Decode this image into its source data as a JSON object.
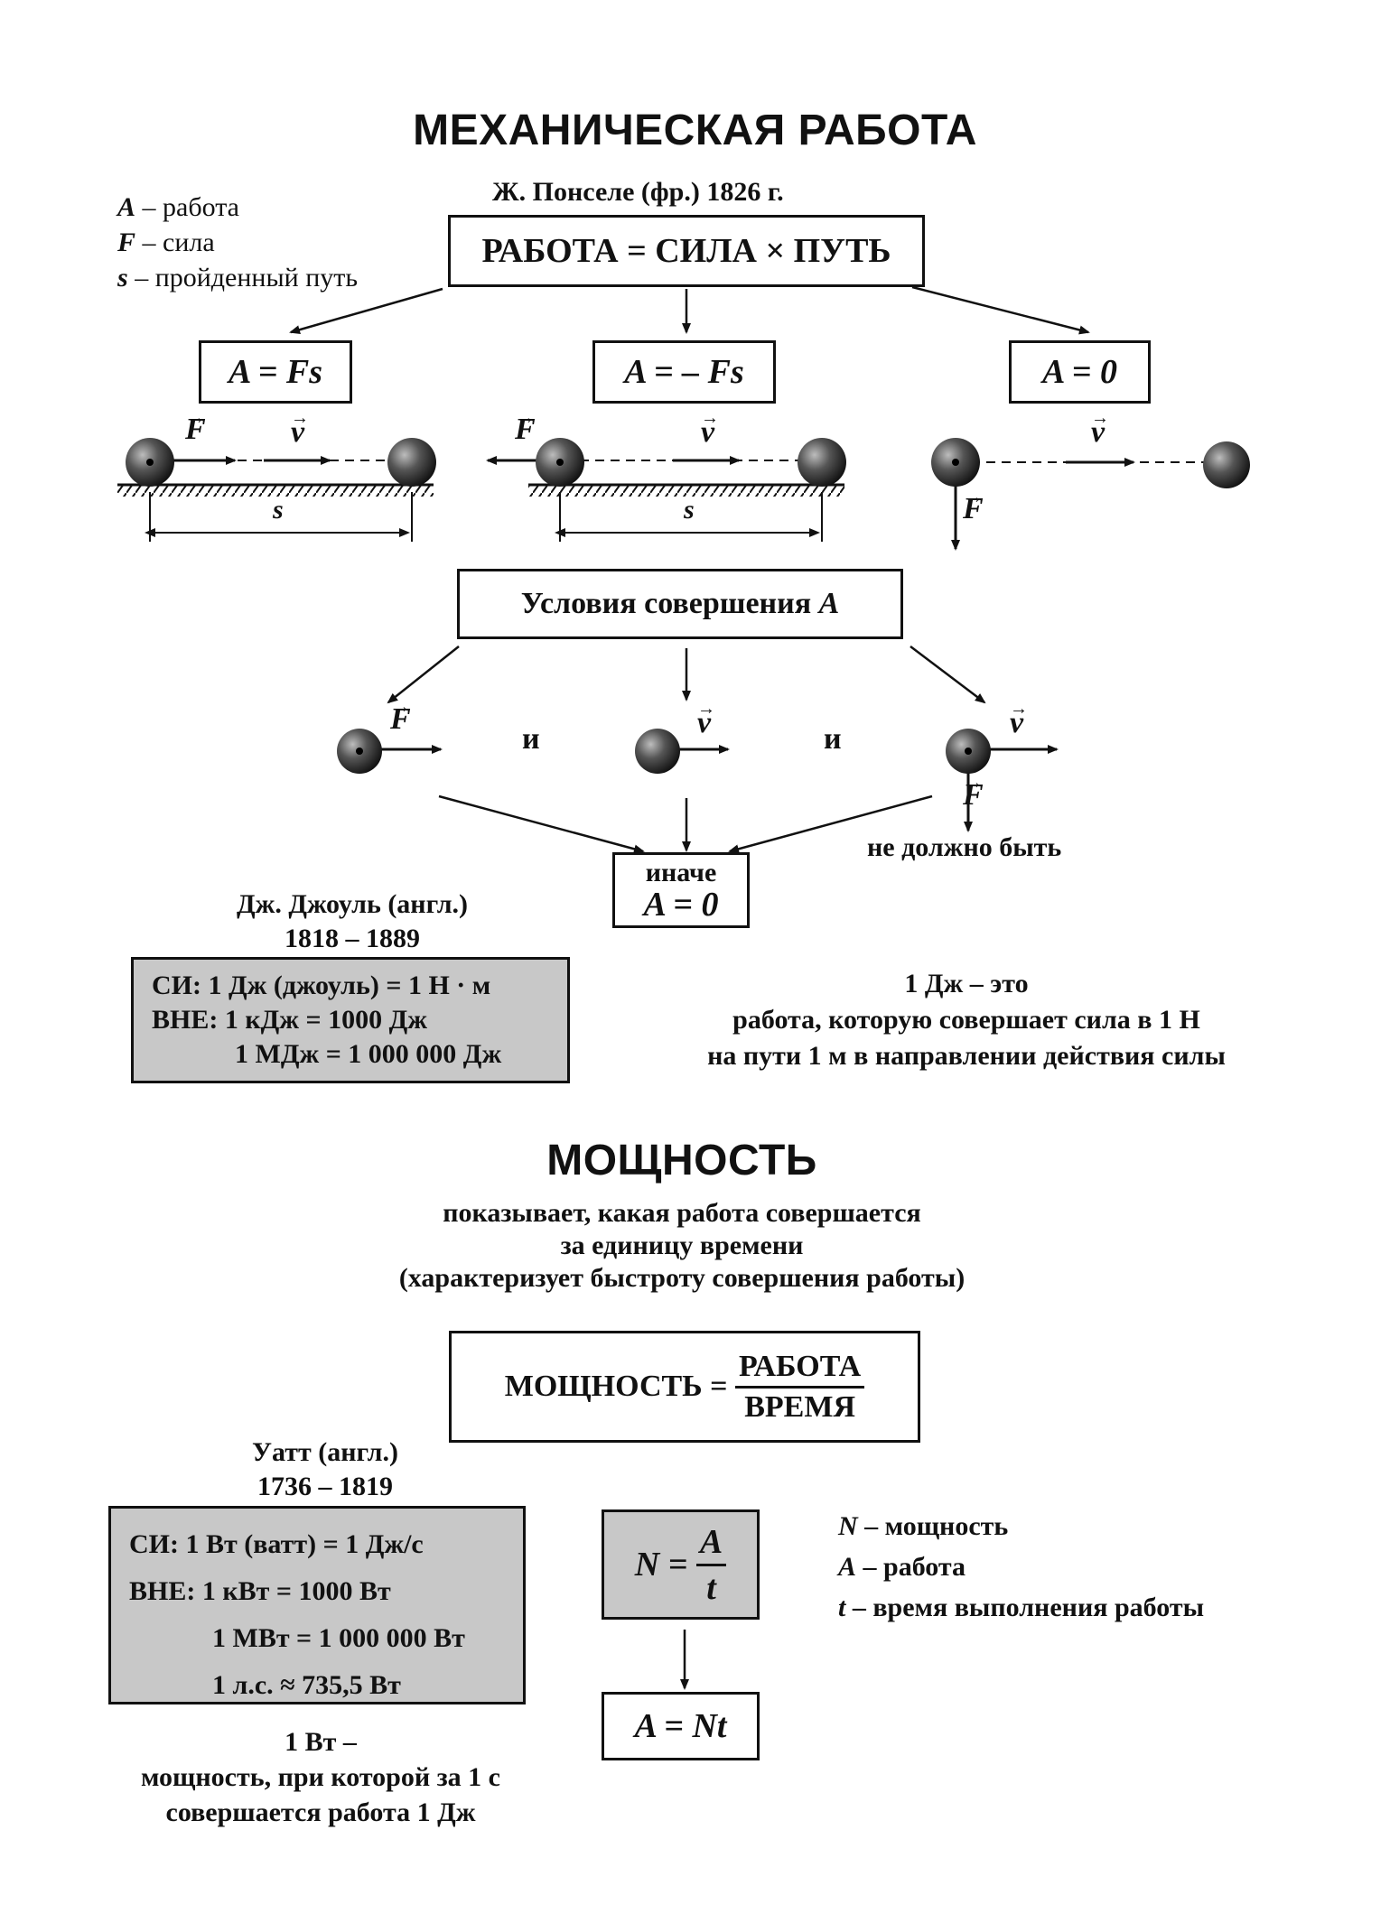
{
  "work": {
    "heading": "МЕХАНИЧЕСКАЯ РАБОТА",
    "author": "Ж. Понселе (фр.) 1826 г.",
    "legend": [
      {
        "sym": "A",
        "text": " – работа"
      },
      {
        "sym": "F",
        "text": " – сила"
      },
      {
        "sym": "s",
        "text": " – пройденный путь"
      }
    ],
    "main_formula": "РАБОТА = СИЛА × ПУТЬ",
    "cases": [
      {
        "formula": "A = Fs",
        "force": "F",
        "velocity": "v",
        "distance": "s"
      },
      {
        "formula": "A = – Fs",
        "force": "F",
        "velocity": "v",
        "distance": "s"
      },
      {
        "formula": "A = 0",
        "force": "F",
        "velocity": "v"
      }
    ],
    "conditions_title": "Условия совершения ",
    "conditions_symbol": "A",
    "cond_force": "F",
    "cond_velocity": "v",
    "cond_force2": "F",
    "cond_velocity2": "v",
    "and1": "и",
    "and2": "и",
    "not_allowed": "не должно быть",
    "otherwise_label": "иначе",
    "otherwise_formula": "A = 0",
    "joule_name": "Дж. Джоуль (англ.)",
    "joule_years": "1818 – 1889",
    "units": [
      "СИ: 1 Дж (джоуль) = 1 Н · м",
      "ВНЕ: 1 кДж = 1000 Дж",
      "1 МДж = 1 000 000 Дж"
    ],
    "joule_def": [
      "1 Дж – это",
      "работа, которую совершает сила в 1 Н",
      "на пути 1 м в направлении действия силы"
    ]
  },
  "power": {
    "heading": "МОЩНОСТЬ",
    "desc": [
      "показывает, какая работа совершается",
      "за единицу времени",
      "(характеризует быстроту совершения работы)"
    ],
    "formula_left": "МОЩНОСТЬ =",
    "formula_num": "РАБОТА",
    "formula_den": "ВРЕМЯ",
    "watt_name": "Уатт (англ.)",
    "watt_years": "1736 – 1819",
    "units": [
      "СИ: 1 Вт (ватт) = 1 Дж/с",
      "ВНЕ: 1 кВт = 1000 Вт",
      "1 МВт = 1 000 000 Вт",
      "1 л.с. ≈ 735,5 Вт"
    ],
    "n_formula_left": "N =",
    "n_formula_num": "A",
    "n_formula_den": "t",
    "a_formula": "A = Nt",
    "legend": [
      {
        "sym": "N",
        "text": " – мощность"
      },
      {
        "sym": "A",
        "text": " – работа"
      },
      {
        "sym": "t",
        "text": " – время выполнения работы"
      }
    ],
    "watt_def": [
      "1 Вт –",
      "мощность, при которой за 1 с",
      "совершается работа 1 Дж"
    ]
  }
}
